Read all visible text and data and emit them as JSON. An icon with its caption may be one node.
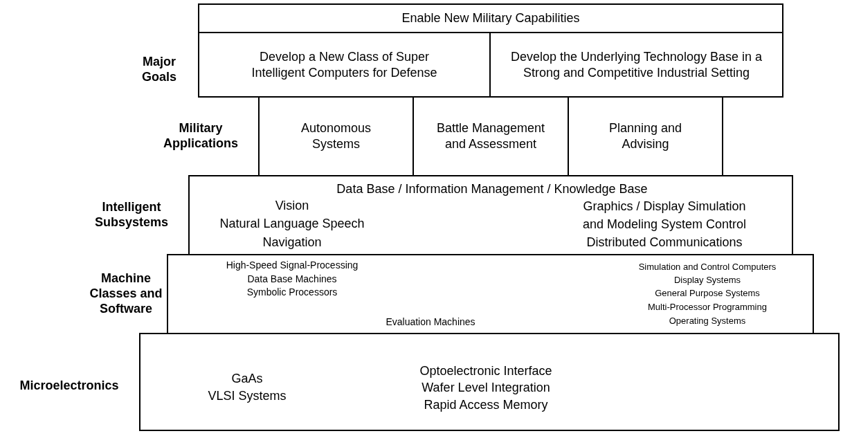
{
  "diagram": {
    "nodes": [
      {
        "text": [
          "Enable New Military Capabilities"
        ]
      },
      {
        "text": [
          "Develop a New Class of Super Intelligent Computers for Defense"
        ]
      },
      {
        "text": [
          "Develop the Underlying Technology Base in a Strong and Competitive Industrial Setting"
        ]
      },
      {
        "text": [
          "Autonomous Systems"
        ]
      },
      {
        "text": [
          "Battle Management and Assessment"
        ]
      },
      {
        "text": [
          "Planning and Advising"
        ]
      },
      {
        "text": [
          "Data Base / Information Management / Knowledge Base",
          "Vision",
          "Natural Language Speech",
          "Navigation",
          "Graphics / Display Simulation",
          "and Modeling System Control",
          "Distributed Communications"
        ]
      },
      {
        "text": [
          "High-Speed Signal-Processing",
          "Data Base Machines",
          "Symbolic Processors",
          "Simulation and Control Computers",
          "Display Systems",
          "General Purpose Systems",
          "Multi-Processor Programming",
          "Evaluation Machines",
          "Operating Systems"
        ]
      },
      {
        "text": [
          "GaAs",
          "VLSI Systems",
          "Optoelectronic Interface",
          "Wafer Level Integration",
          "Rapid Access Memory"
        ]
      }
    ],
    "labels": [
      "Major Goals",
      "Military Applications",
      "Intelligent Subsystems",
      "Machine Classes and Software",
      "Microelectronics"
    ]
  }
}
